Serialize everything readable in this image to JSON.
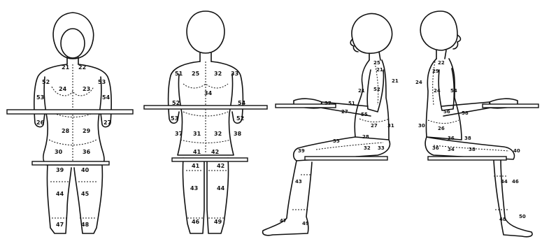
{
  "views": {
    "front": {
      "zones": [
        "21",
        "22",
        "23",
        "24",
        "52",
        "53",
        "53",
        "54",
        "26",
        "27",
        "28",
        "29",
        "30",
        "36",
        "39",
        "40",
        "44",
        "45",
        "47",
        "48"
      ]
    },
    "back": {
      "zones": [
        "51",
        "25",
        "32",
        "33",
        "34",
        "52",
        "53",
        "54",
        "31",
        "32",
        "37",
        "38",
        "41",
        "42",
        "43",
        "44",
        "46",
        "49"
      ]
    },
    "side_left": {
      "zones": [
        "25",
        "21",
        "52",
        "51",
        "57",
        "55",
        "27",
        "31",
        "35",
        "28",
        "32",
        "33",
        "39",
        "43",
        "47",
        "49"
      ]
    },
    "side_right": {
      "zones": [
        "22",
        "29",
        "24",
        "54",
        "58",
        "30",
        "56",
        "26",
        "36",
        "38",
        "34",
        "40",
        "44",
        "46",
        "48",
        "50"
      ]
    }
  }
}
